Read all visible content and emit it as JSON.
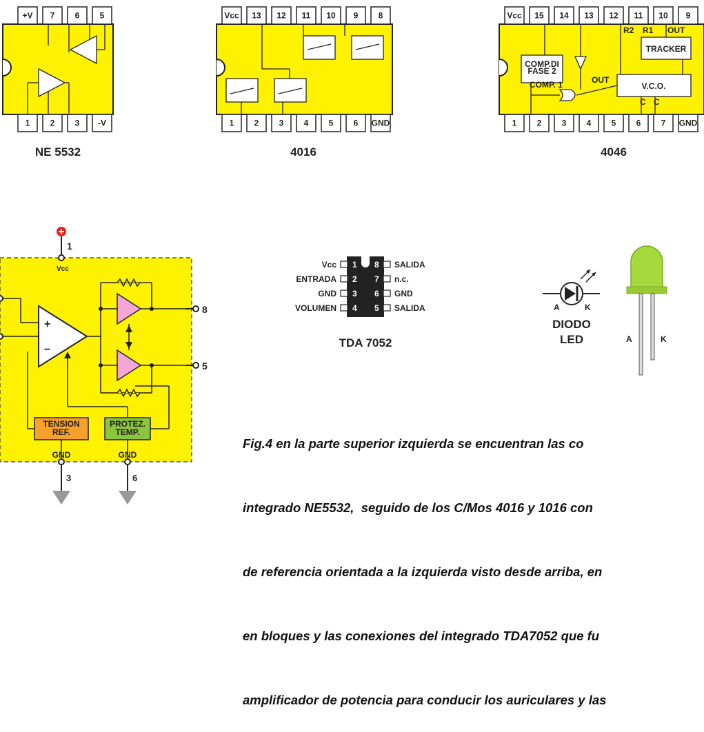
{
  "chips": {
    "ne5532": {
      "title": "NE 5532",
      "top_pins": [
        "+V",
        "7",
        "6",
        "5"
      ],
      "bottom_pins": [
        "1",
        "2",
        "3",
        "-V"
      ]
    },
    "c4016": {
      "title": "4016",
      "top_pins": [
        "Vcc",
        "13",
        "12",
        "11",
        "10",
        "9",
        "8"
      ],
      "bottom_pins": [
        "1",
        "2",
        "3",
        "4",
        "5",
        "6",
        "GND"
      ]
    },
    "c4046": {
      "title": "4046",
      "top_pins": [
        "Vcc",
        "15",
        "14",
        "13",
        "12",
        "11",
        "10",
        "9"
      ],
      "bottom_pins": [
        "1",
        "2",
        "3",
        "4",
        "5",
        "6",
        "7",
        "GND"
      ],
      "blocks": {
        "comp2": [
          "COMP.DI",
          "FASE 2"
        ],
        "comp1": "COMP. 1",
        "tracker": "TRACKER",
        "vco": "V.C.O.",
        "r2": "R2",
        "r1": "R1",
        "out": "OUT",
        "out2": "OUT",
        "c1": "C",
        "c2": "C"
      }
    }
  },
  "block_diagram": {
    "vcc_label": "Vcc",
    "pin_1": "1",
    "pin_8": "8",
    "pin_5": "5",
    "pin_3": "3",
    "pin_6": "6",
    "gnd_left": "GND",
    "gnd_right": "GND",
    "tension_ref": [
      "TENSION",
      "REF."
    ],
    "protez_temp": [
      "PROTEZ.",
      "TEMP."
    ],
    "plus": "+",
    "minus": "−"
  },
  "tda7052": {
    "title": "TDA 7052",
    "left_labels": [
      "Vcc",
      "ENTRADA",
      "GND",
      "VOLUMEN"
    ],
    "left_pins": [
      "1",
      "2",
      "3",
      "4"
    ],
    "right_labels": [
      "SALIDA",
      "n.c.",
      "GND",
      "SALIDA"
    ],
    "right_pins": [
      "8",
      "7",
      "6",
      "5"
    ]
  },
  "led": {
    "title_line1": "DIODO",
    "title_line2": "LED",
    "anode": "A",
    "cathode": "K",
    "anode2": "A",
    "cathode2": "K"
  },
  "caption_lines": [
    "Fig.4 en la parte superior izquierda se encuentran las co",
    "integrado NE5532,  seguido de los C/Mos 4016 y 1016 con",
    "de referencia orientada a la izquierda visto desde arriba, en",
    "en bloques y las conexiones del integrado TDA7052 que fu",
    "amplificador de potencia para conducir los auriculares y las"
  ],
  "colors": {
    "chip_yellow": "#fff200",
    "pin_fill": "#ffffff",
    "outline": "#222222",
    "pink_amp": "#f4a6d6",
    "orange_block": "#f7a12c",
    "green_block": "#8cc63f",
    "led_green": "#a6d93b",
    "ground_gray": "#999999",
    "vcc_red": "#e2231a"
  }
}
